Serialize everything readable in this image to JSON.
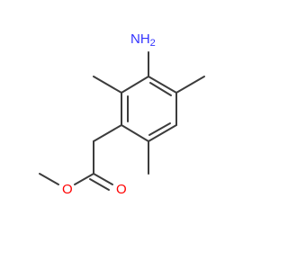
{
  "molecule": {
    "atoms": {
      "amine_N": {
        "label": "NH",
        "subscript": "2",
        "color": "#3333ff"
      },
      "ether_O": {
        "label": "O",
        "color": "#ff0000"
      },
      "carbonyl_O": {
        "label": "O",
        "color": "#ff0000"
      }
    },
    "bond_color": "#3c3c3c"
  }
}
